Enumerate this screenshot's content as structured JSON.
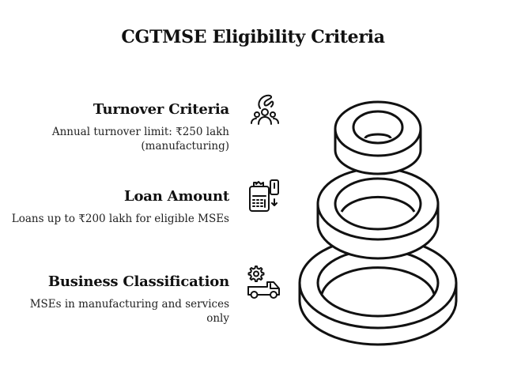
{
  "title": "CGTMSE Eligibility Criteria",
  "items": [
    {
      "heading": "Turnover Criteria",
      "description_line1": "Annual turnover limit: ₹250 lakh",
      "description_line2": "(manufacturing)",
      "icon": "people-hand-icon"
    },
    {
      "heading": "Loan Amount",
      "description_line1": "Loans up to ₹200 lakh for eligible MSEs",
      "description_line2": "",
      "icon": "payment-terminal-card-icon"
    },
    {
      "heading": "Business Classification",
      "description_line1": "MSEs in manufacturing and services",
      "description_line2": "only",
      "icon": "gear-truck-icon"
    }
  ],
  "graphic": {
    "type": "stacked-rings",
    "ring_count": 3,
    "stroke_color": "#111111",
    "fill_color": "#ffffff"
  }
}
